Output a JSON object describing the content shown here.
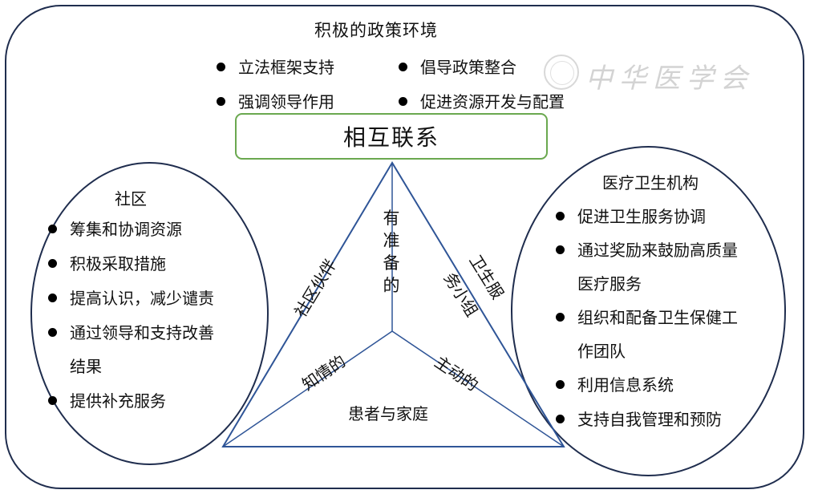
{
  "policy": {
    "title": "积极的政策环境",
    "items": [
      "立法框架支持",
      "倡导政策整合",
      "强调领导作用",
      "促进资源开发与配置"
    ]
  },
  "center_box": "相互联系",
  "community": {
    "title": "社区",
    "items": [
      "筹集和协调资源",
      "积极采取措施",
      "提高认识，减少谴责",
      "通过领导和支持改善",
      "结果",
      "提供补充服务"
    ]
  },
  "health_org": {
    "title": "医疗卫生机构",
    "items": [
      "促进卫生服务协调",
      "通过奖励来鼓励高质量",
      "医疗服务",
      "组织和配备卫生保健工",
      "作团队",
      "利用信息系统",
      "支持自我管理和预防"
    ]
  },
  "triangle": {
    "left_edge": "社区伙伴",
    "right_edge_1": "卫生服",
    "right_edge_2": "务小组",
    "center_vertical": [
      "有",
      "准",
      "备",
      "的"
    ],
    "lower_left": "知情的",
    "lower_right": "主动的",
    "bottom": "患者与家庭"
  },
  "watermark": "中华医学会",
  "colors": {
    "border": "#1f2d4e",
    "center_box_border": "#6aa84f",
    "triangle_line": "#2f5597",
    "watermark": "#d3d3d3"
  }
}
